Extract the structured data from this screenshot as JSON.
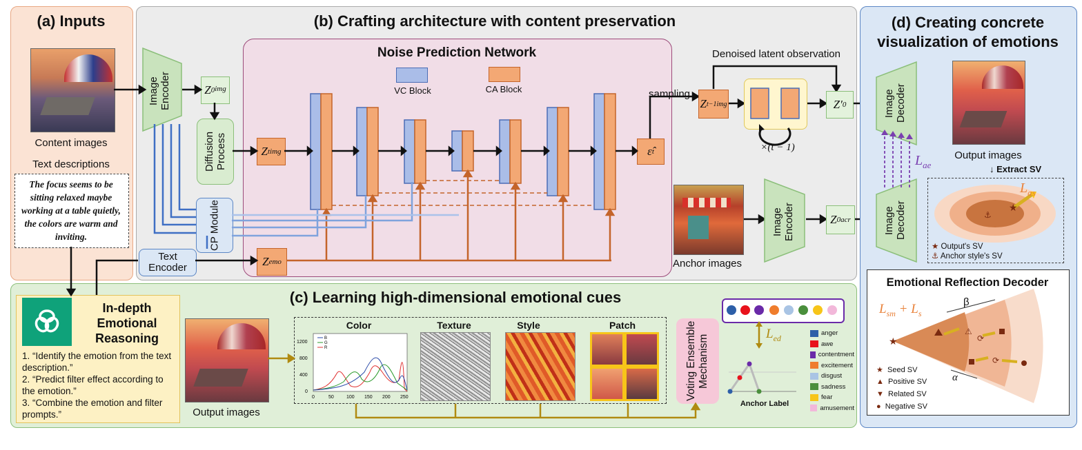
{
  "panel_a": {
    "title": "(a) Inputs",
    "content_label": "Content images",
    "text_label": "Text descriptions",
    "text_desc": "The focus seems to be sitting relaxed maybe working at a table quietly, the colors are warm and inviting."
  },
  "panel_b": {
    "title": "(b) Crafting architecture with content preservation",
    "npn_title": "Noise Prediction Network",
    "vc_block": "VC Block",
    "ca_block": "CA Block",
    "image_encoder": "Image Encoder",
    "diffusion": "Diffusion Process",
    "cp_module": "CP Module",
    "text_encoder": "Text Encoder",
    "sampling": "sampling",
    "denoised": "Denoised latent observation",
    "times": "×(t − 1)",
    "anchor_label": "Anchor images",
    "image_encoder2": "Image Encoder",
    "z0img": "Z",
    "zt": "Z",
    "zemo": "Z",
    "eps": "ε̂",
    "zt1": "Z",
    "z0p": "Z′",
    "z0acr": "Z"
  },
  "panel_c": {
    "title": "(c) Learning high-dimensional emotional cues",
    "reasoning_title": "In-depth Emotional Reasoning",
    "steps": [
      "1. “Identify the emotion from the text description.”",
      "2. “Predict filter effect according to the emotion.”",
      "3. “Combine the emotion and filter prompts.”"
    ],
    "output_label": "Output images",
    "feat_labels": [
      "Color",
      "Texture",
      "Style",
      "Patch"
    ],
    "voting": "Voting Ensemble Mechanism",
    "led": "L",
    "anchor_label_title": "Anchor Label",
    "hist_y_ticks": [
      "1200",
      "800",
      "400",
      "0"
    ],
    "hist_x_ticks": [
      "0",
      "50",
      "100",
      "150",
      "200",
      "250"
    ],
    "hist_legend": [
      "B",
      "G",
      "R"
    ],
    "emotions": [
      {
        "name": "anger",
        "color": "#2d5fa8"
      },
      {
        "name": "awe",
        "color": "#e8121c"
      },
      {
        "name": "contentment",
        "color": "#6a2aa8"
      },
      {
        "name": "excitement",
        "color": "#ef7d2d"
      },
      {
        "name": "disgust",
        "color": "#a9c4e4"
      },
      {
        "name": "sadness",
        "color": "#4a8f3c"
      },
      {
        "name": "fear",
        "color": "#f7c519"
      },
      {
        "name": "amusement",
        "color": "#f2b8da"
      }
    ]
  },
  "panel_d": {
    "title1": "(d) Creating concrete",
    "title2": "visualization of emotions",
    "image_decoder": "Image Decoder",
    "image_decoder2": "Image Decoder",
    "output_label": "Output images",
    "lae": "L",
    "extract": "Extract SV",
    "las": "L",
    "out_sv": "Output's SV",
    "anchor_sv": "Anchor style's SV",
    "erd_title": "Emotional Reflection Decoder",
    "lsm": "L",
    "beta": "β",
    "alpha": "α",
    "legend": [
      "Seed SV",
      "Positive SV",
      "Related SV",
      "Negative SV"
    ]
  }
}
